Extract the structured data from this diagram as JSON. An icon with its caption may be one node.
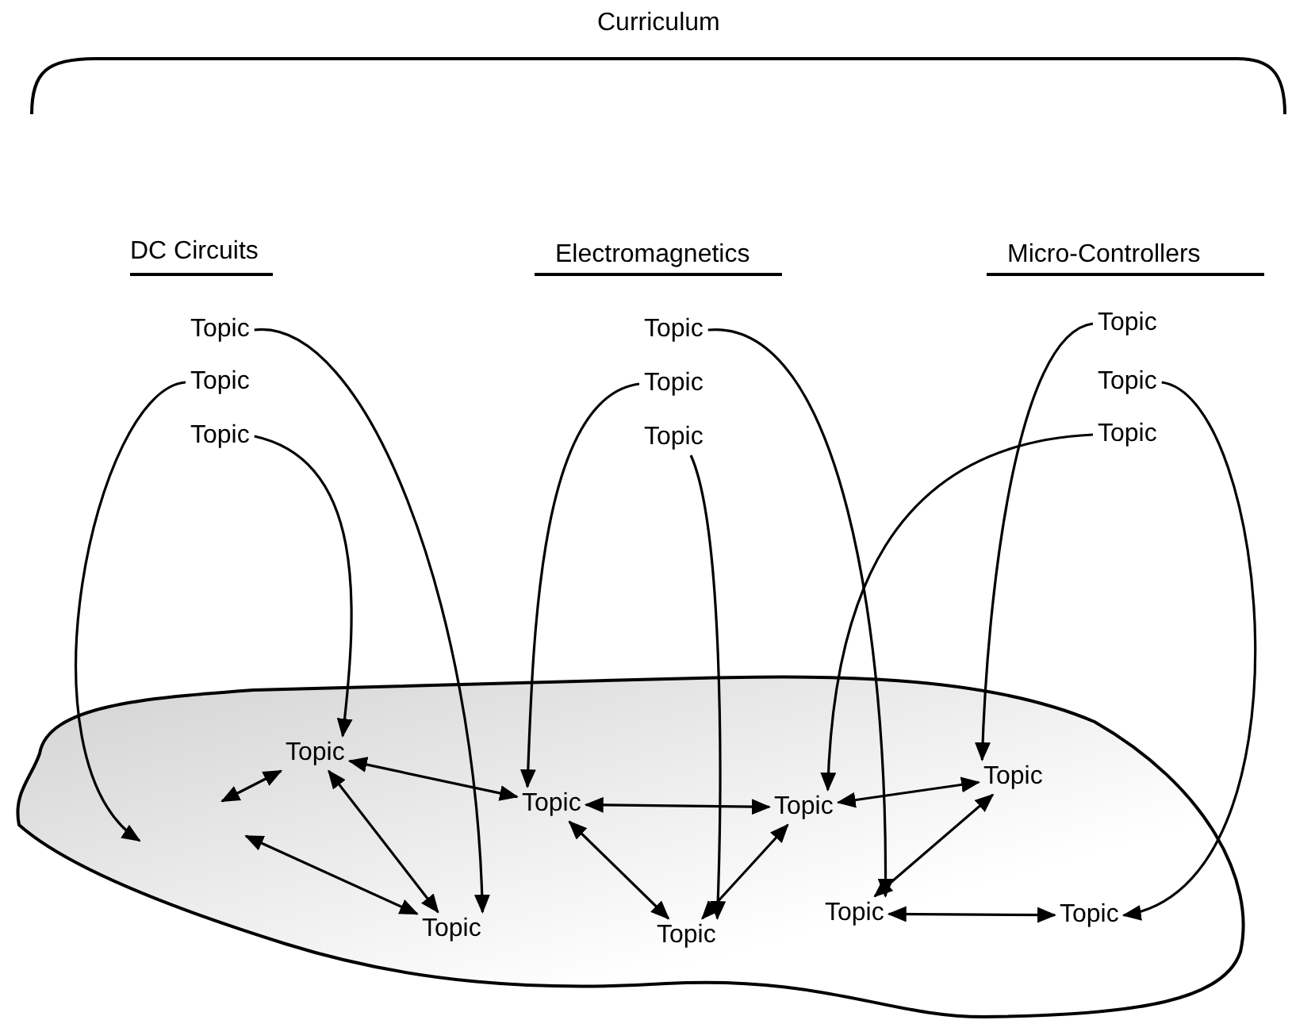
{
  "diagram": {
    "nodes": [
      {
        "text": [],
        "shape": "cloud"
      },
      {
        "text": [
          "Topic"
        ]
      },
      {
        "text": [
          "Topic"
        ]
      },
      {
        "text": [
          "Topic"
        ]
      },
      {
        "text": [
          "Topic"
        ]
      },
      {
        "text": [
          "Topic"
        ]
      },
      {
        "text": [
          "Topic"
        ]
      },
      {
        "text": [
          "Topic"
        ]
      },
      {
        "text": [
          "Topic"
        ]
      },
      {
        "text": [
          "Topic"
        ]
      },
      {
        "text": [
          "Topic"
        ],
        "in": 0
      },
      {
        "text": [
          "Topic"
        ],
        "in": 0
      },
      {
        "text": [
          "Topic"
        ],
        "in": 0
      },
      {
        "text": [
          "Topic"
        ],
        "in": 0
      },
      {
        "text": [
          "Topic"
        ],
        "in": 0
      },
      {
        "text": [
          "Topic"
        ],
        "in": 0
      },
      {
        "text": [
          "Topic"
        ],
        "in": 0
      },
      {
        "text": [
          "Topic"
        ],
        "in": 0
      }
    ],
    "edges": [
      {
        "from": 1,
        "to": 11,
        "arrow": "to"
      },
      {
        "from": 2,
        "to": null,
        "arrow": "to"
      },
      {
        "from": 3,
        "to": 10,
        "arrow": "to"
      },
      {
        "from": 4,
        "to": 16,
        "arrow": "to"
      },
      {
        "from": 5,
        "to": 12,
        "arrow": "to"
      },
      {
        "from": 6,
        "to": 14,
        "arrow": "to"
      },
      {
        "from": 7,
        "to": 15,
        "arrow": "to"
      },
      {
        "from": 8,
        "to": 17,
        "arrow": "to"
      },
      {
        "from": 9,
        "to": 13,
        "arrow": "to"
      },
      {
        "from": null,
        "to": 10,
        "arrow": "both"
      },
      {
        "from": 10,
        "to": 12,
        "arrow": "both"
      },
      {
        "from": 10,
        "to": 11,
        "arrow": "both"
      },
      {
        "from": null,
        "to": 11,
        "arrow": "both"
      },
      {
        "from": 12,
        "to": 13,
        "arrow": "both"
      },
      {
        "from": 12,
        "to": 14,
        "arrow": "both"
      },
      {
        "from": 14,
        "to": 13,
        "arrow": "both"
      },
      {
        "from": 13,
        "to": 15,
        "arrow": "both"
      },
      {
        "from": 16,
        "to": 15,
        "arrow": "both"
      },
      {
        "from": 16,
        "to": 17,
        "arrow": "both"
      }
    ],
    "labels": [
      "Curriculum",
      "DC Circuits",
      "Electromagnetics",
      "Micro-Controllers"
    ]
  }
}
